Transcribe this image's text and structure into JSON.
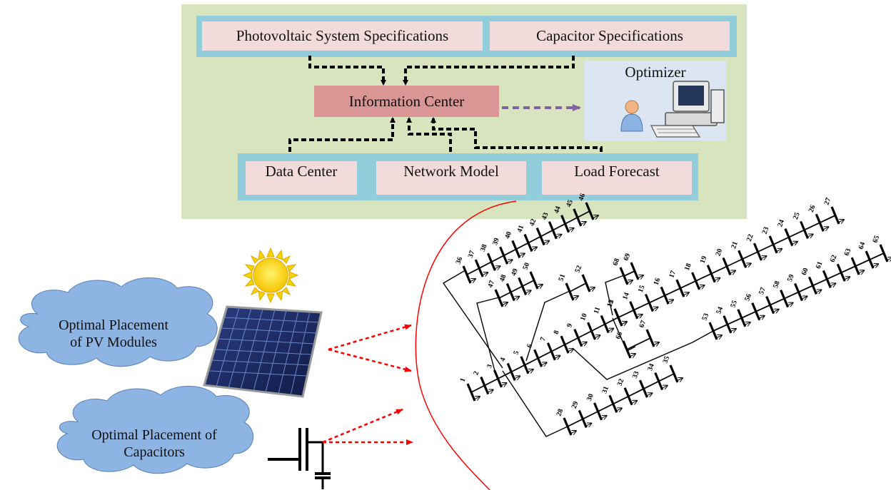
{
  "top": {
    "spec_pv": "Photovoltaic System Specifications",
    "spec_cap": "Capacitor Specifications",
    "info_center": "Information Center",
    "optimizer": "Optimizer",
    "data_center": "Data Center",
    "network_model": "Network Model",
    "load_forecast": "Load Forecast"
  },
  "clouds": {
    "pv_line1": "Optimal Placement",
    "pv_line2": "of PV Modules",
    "cap_line1": "Optimal Placement of",
    "cap_line2": "Capacitors"
  },
  "network": {
    "bus_labels": [
      "1",
      "2",
      "3",
      "4",
      "5",
      "6",
      "7",
      "8",
      "9",
      "10",
      "11",
      "12",
      "13",
      "14",
      "15",
      "16",
      "17",
      "18",
      "19",
      "20",
      "21",
      "22",
      "23",
      "24",
      "25",
      "26",
      "27",
      "28",
      "29",
      "30",
      "31",
      "32",
      "33",
      "34",
      "35",
      "36",
      "37",
      "38",
      "39",
      "40",
      "41",
      "42",
      "43",
      "44",
      "45",
      "46",
      "47",
      "48",
      "49",
      "50",
      "51",
      "52",
      "53",
      "54",
      "55",
      "56",
      "57",
      "58",
      "59",
      "60",
      "61",
      "62",
      "63",
      "64",
      "65",
      "66",
      "67",
      "68",
      "69"
    ]
  },
  "colors": {
    "panel": "#d7e4bd",
    "band": "#92cddc",
    "spec_box": "#f2dcdb",
    "info_box": "#d99694",
    "optimizer_box": "#dce6f2",
    "cloud": "#8eb4e3",
    "arrow_dashed": "#000000",
    "arrow_purple": "#8064a2",
    "arrow_red": "#ff0000"
  }
}
